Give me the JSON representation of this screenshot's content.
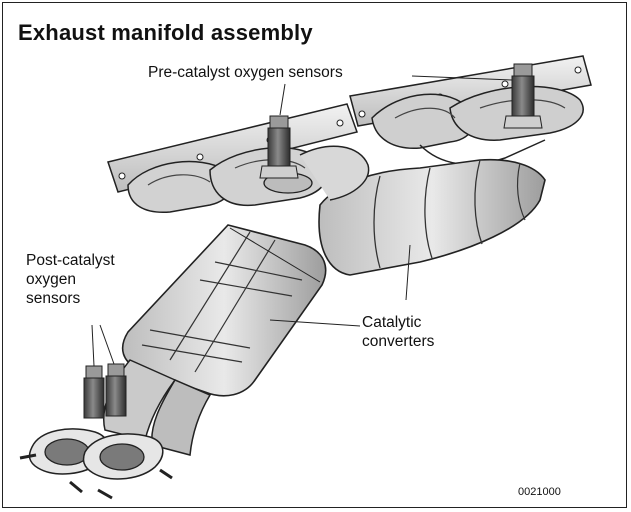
{
  "title": "Exhaust manifold assembly",
  "labels": {
    "pre_catalyst": "Pre-catalyst oxygen sensors",
    "post_catalyst": [
      "Post-catalyst",
      "oxygen",
      "sensors"
    ],
    "catalytic": [
      "Catalytic",
      "converters"
    ]
  },
  "figure_number": "0021000"
}
